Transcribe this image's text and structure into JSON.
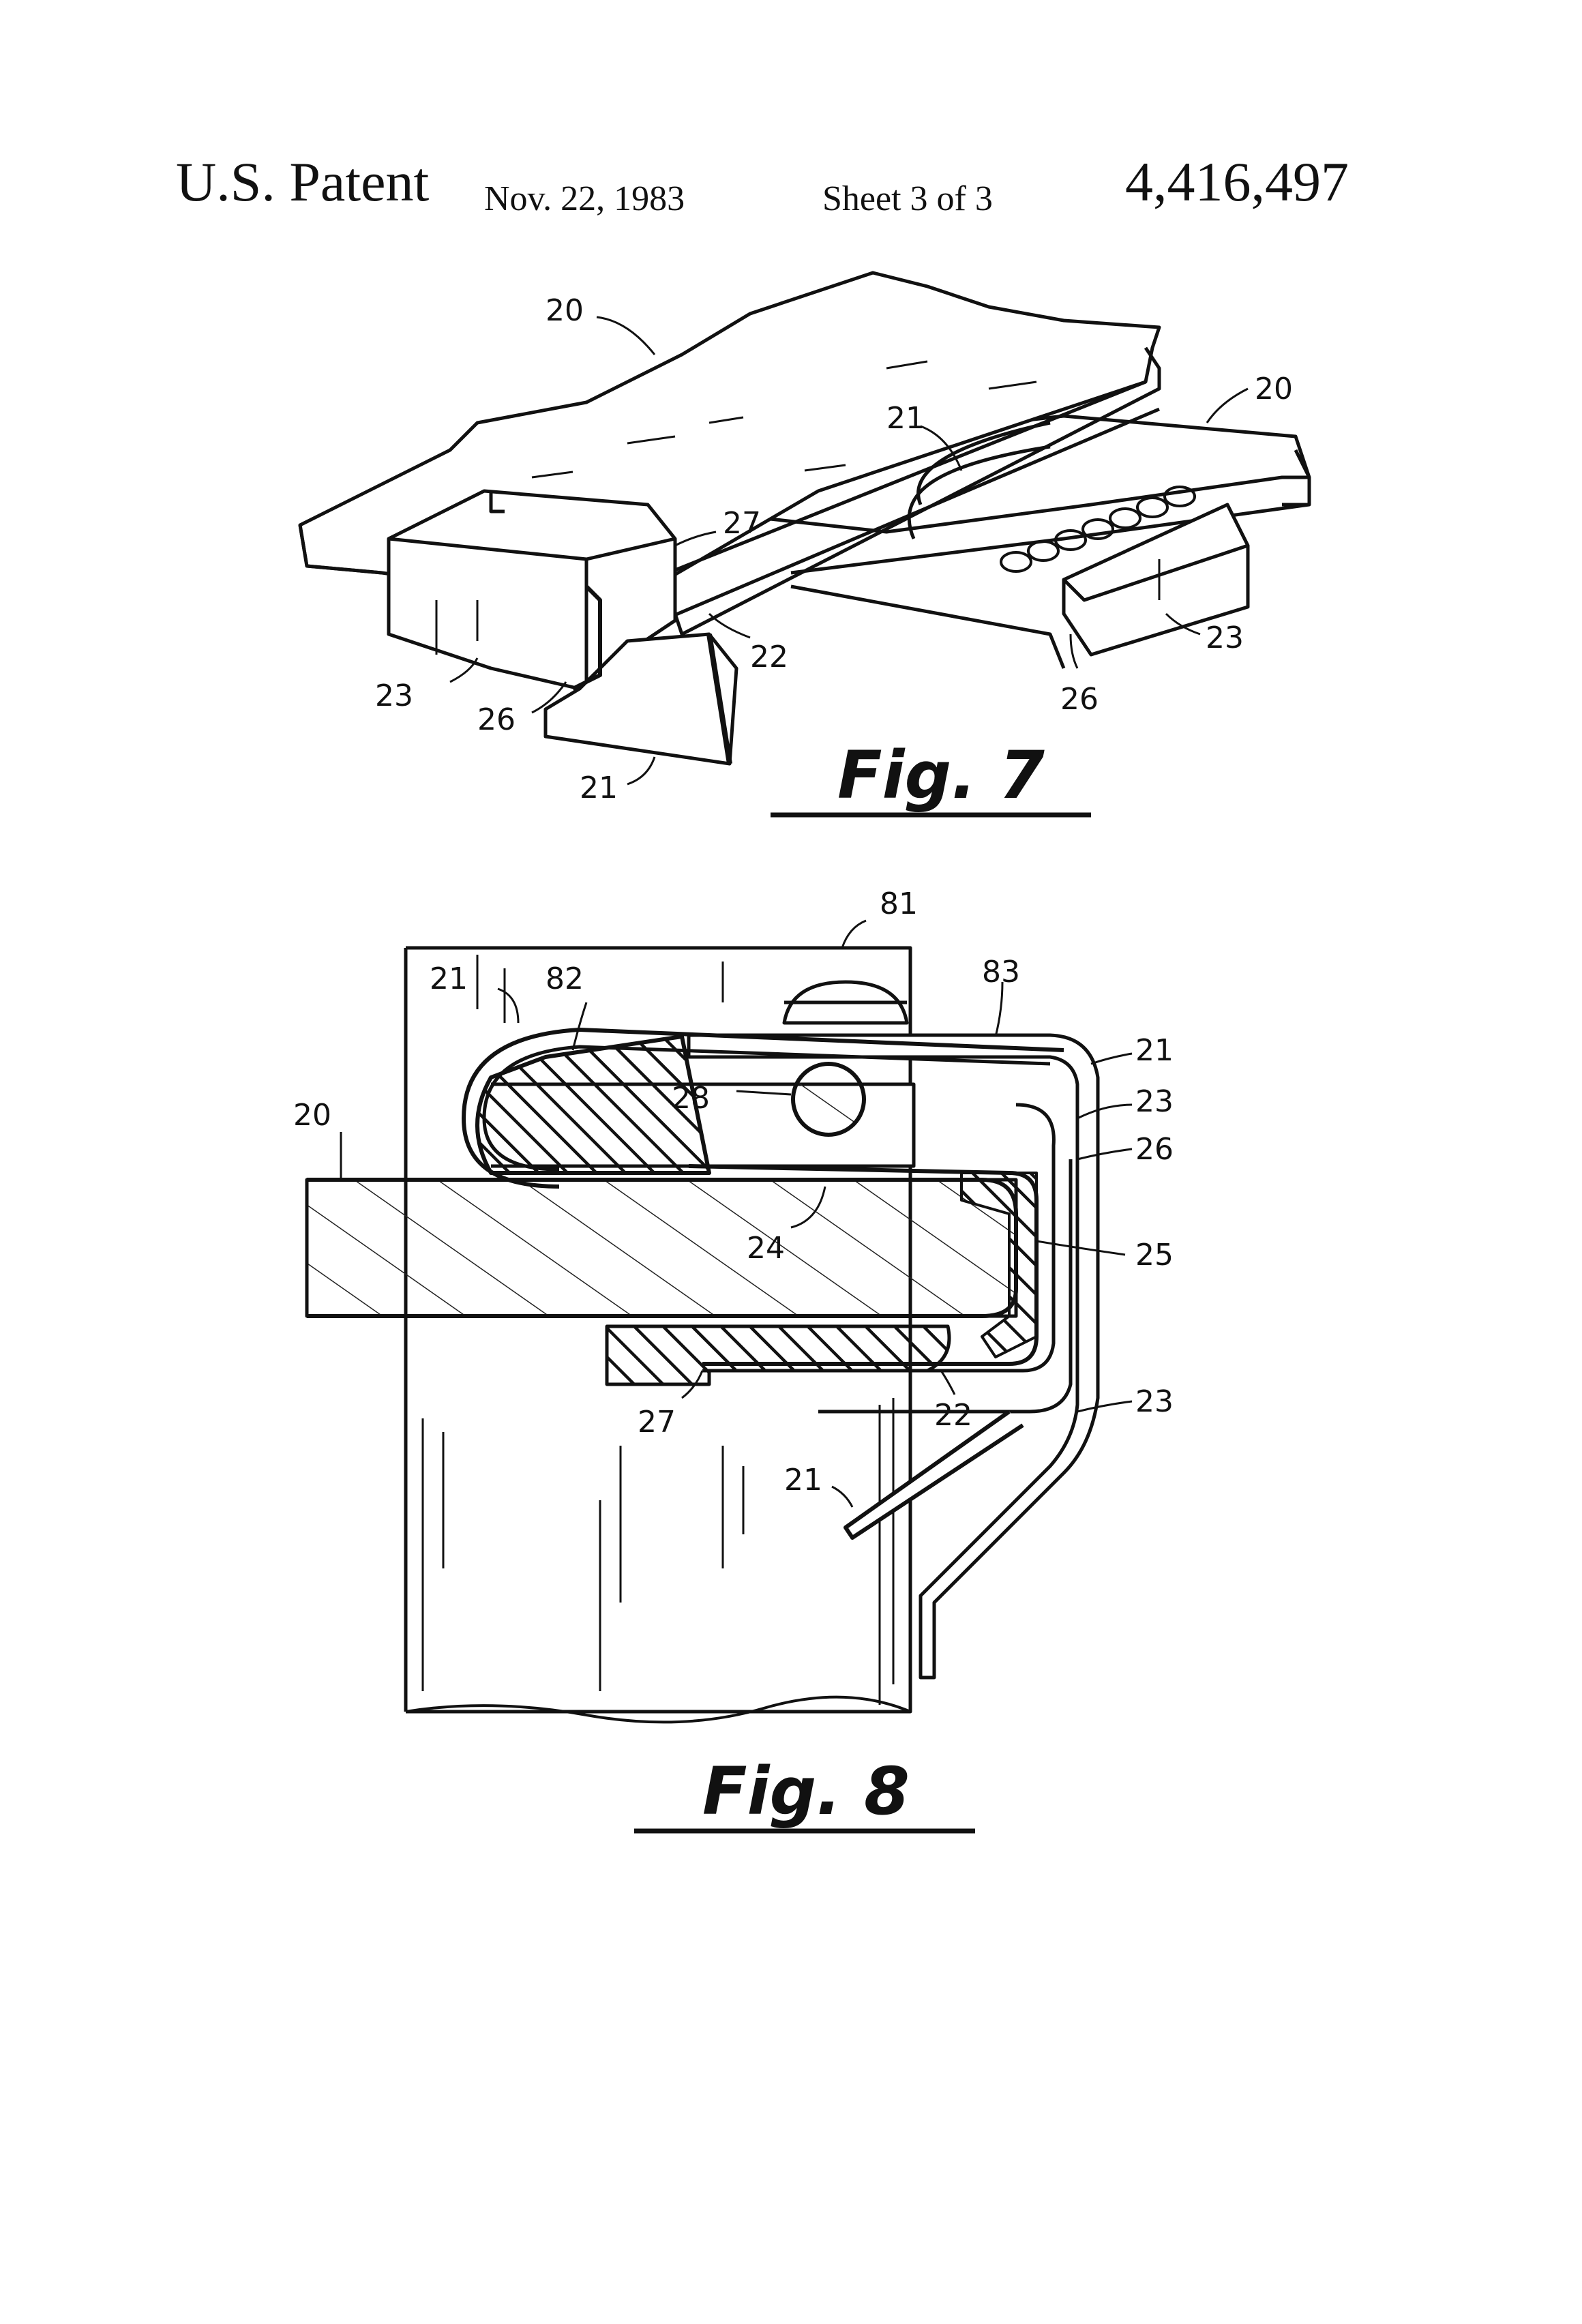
{
  "header": {
    "title": "U.S. Patent",
    "date": "Nov. 22, 1983",
    "sheet": "Sheet 3 of 3",
    "patent_number": "4,416,497"
  },
  "fig7": {
    "caption": "Fig. 7",
    "labels": {
      "l20a": "20",
      "l20b": "20",
      "l21a": "21",
      "l21b": "21",
      "l27": "27",
      "l22": "22",
      "l23a": "23",
      "l23b": "23",
      "l26a": "26",
      "l26b": "26"
    }
  },
  "fig8": {
    "caption": "Fig. 8",
    "labels": {
      "l81": "81",
      "l21a": "21",
      "l82": "82",
      "l83": "83",
      "l21b": "21",
      "l20": "20",
      "l28": "28",
      "l23a": "23",
      "l26": "26",
      "l24": "24",
      "l25": "25",
      "l27": "27",
      "l22": "22",
      "l23b": "23",
      "l21c": "21"
    }
  }
}
